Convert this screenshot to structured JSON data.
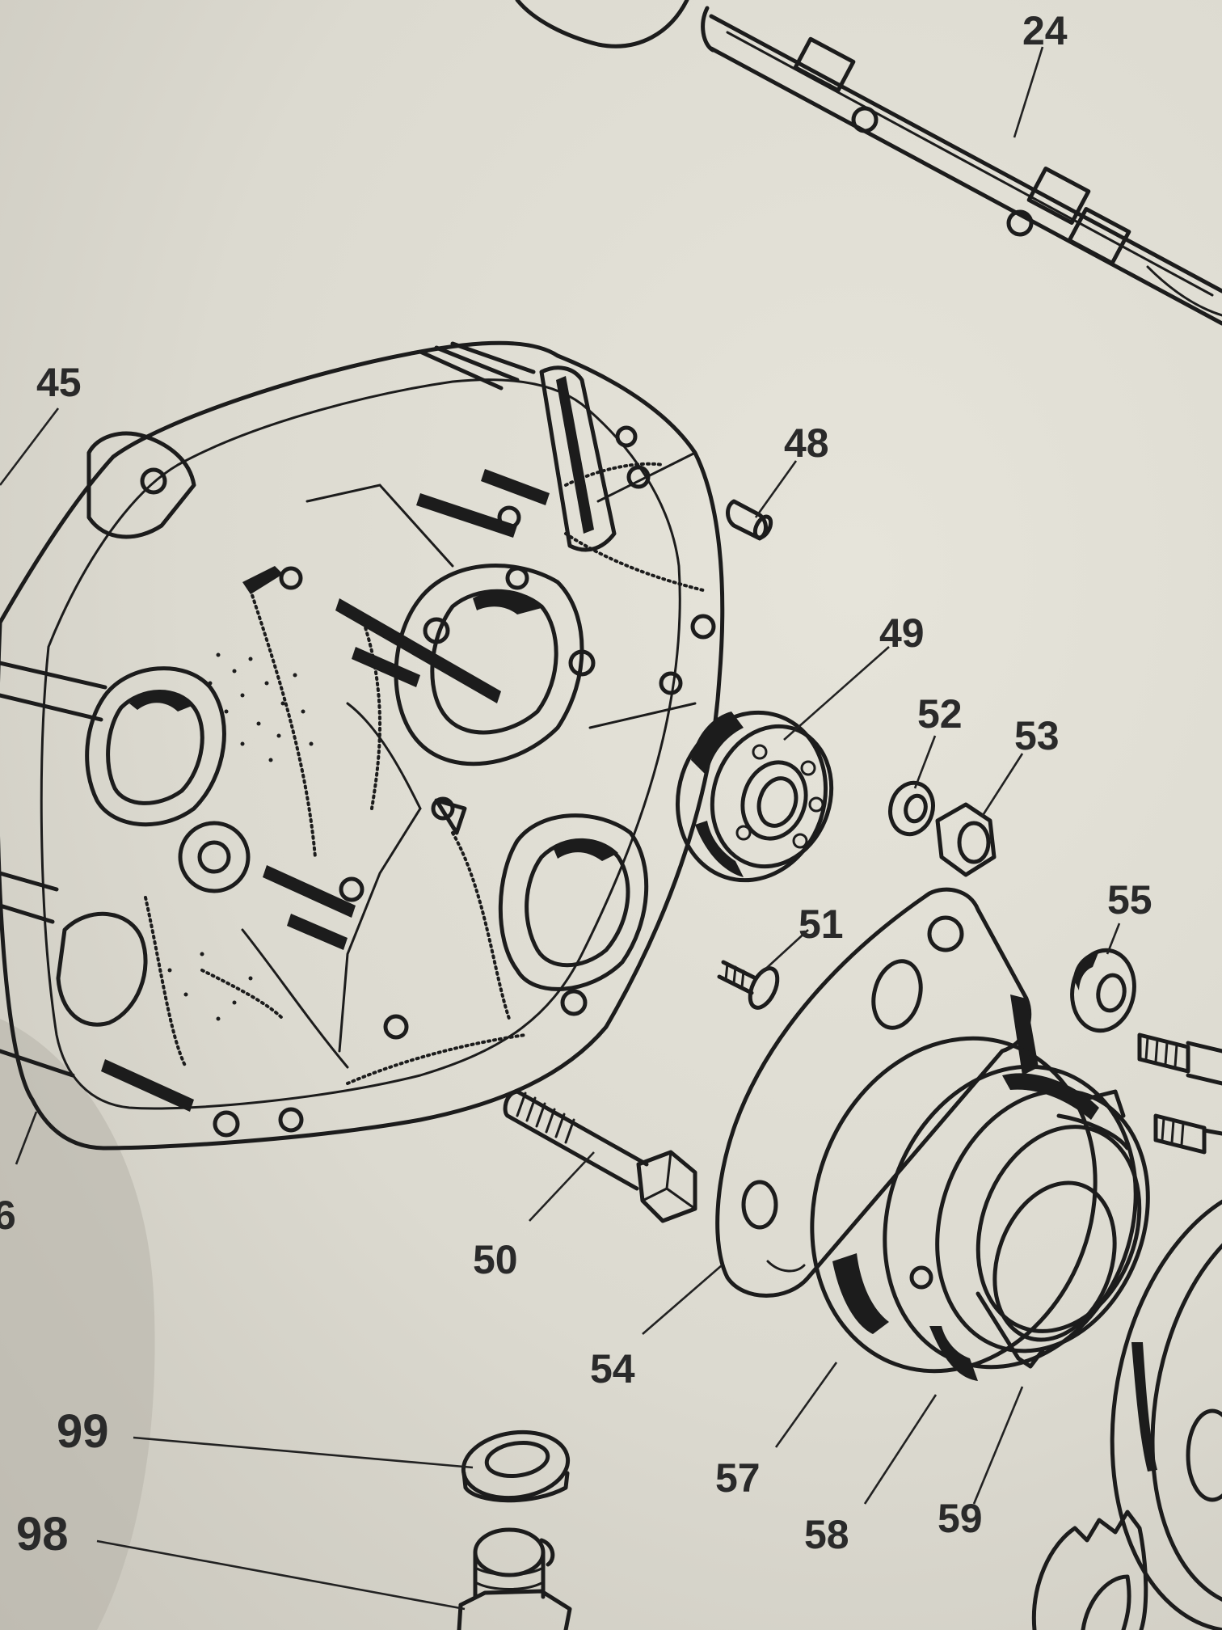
{
  "callouts": {
    "c24": "24",
    "c45": "45",
    "c46": "6",
    "c48": "48",
    "c49": "49",
    "c50": "50",
    "c51": "51",
    "c52": "52",
    "c53": "53",
    "c54": "54",
    "c55": "55",
    "c57": "57",
    "c58": "58",
    "c59": "59",
    "c98": "98",
    "c99": "99"
  },
  "colors": {
    "paper": "#e3e1d7",
    "ink": "#1c1c1c",
    "shadow": "#b7b4aa"
  }
}
